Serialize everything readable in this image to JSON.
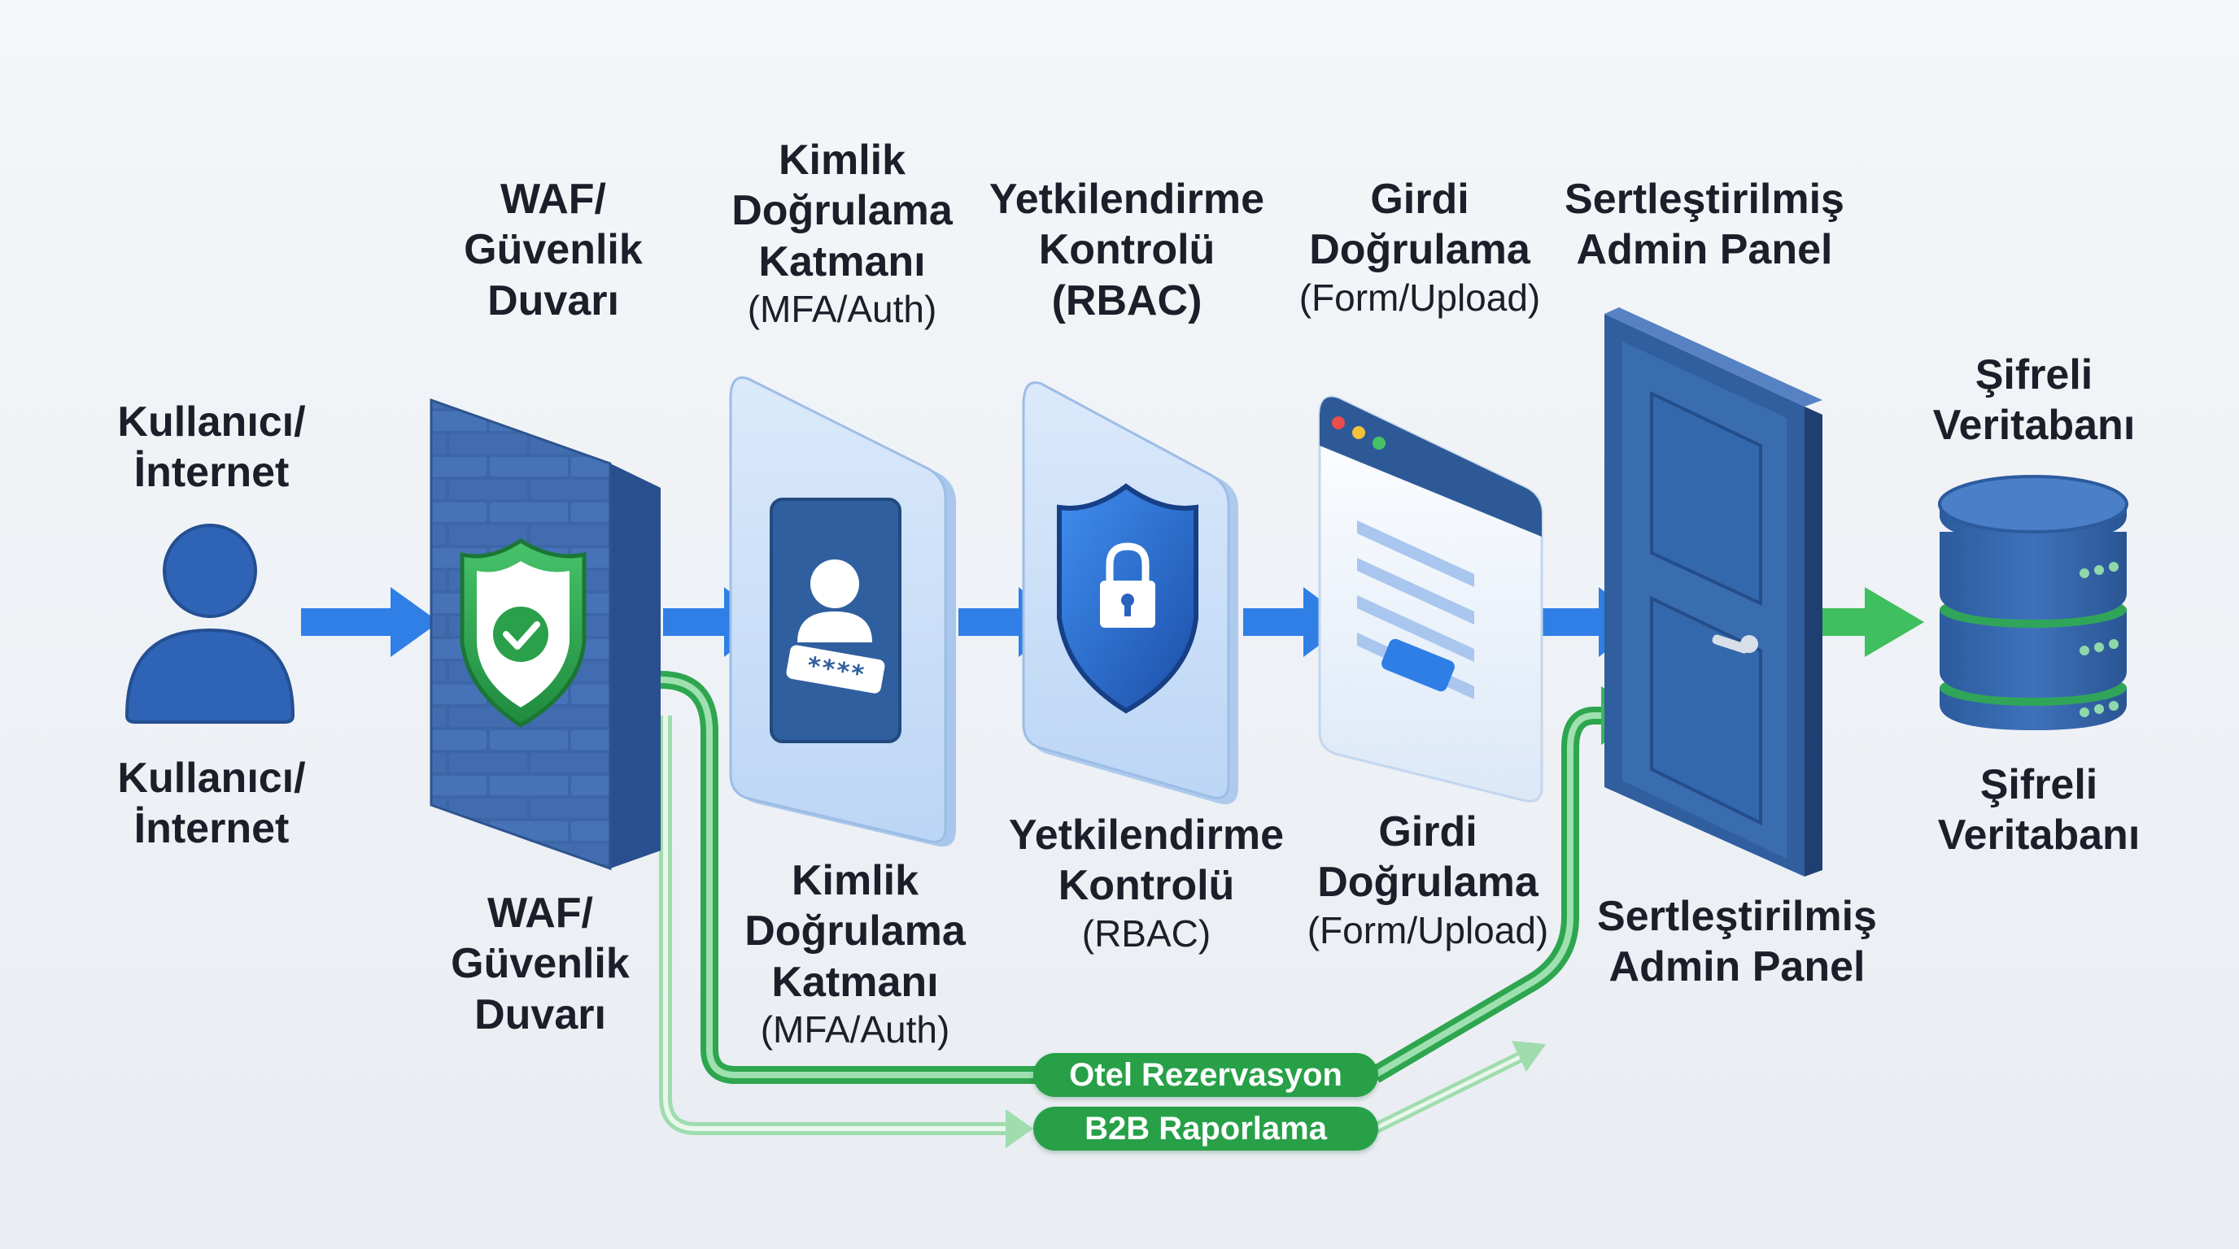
{
  "colors": {
    "blue_flow": "#2f7fe6",
    "green_flow": "#3fbf5f",
    "green_pill": "#27a048",
    "dark_blue": "#3b68ac"
  },
  "icons": {
    "user": "user-icon",
    "firewall": "brick-wall-icon",
    "waf_shield": "shield-check-icon",
    "auth": "id-password-icon",
    "rbac": "shield-lock-icon",
    "form": "browser-form-icon",
    "admin": "door-icon",
    "database": "database-icon"
  },
  "top_labels": {
    "user": [
      "Kullanıcı/",
      "İnternet"
    ],
    "waf": [
      "WAF/",
      "Güvenlik",
      "Duvarı"
    ],
    "auth": [
      "Kimlik",
      "Doğrulama",
      "Katmanı",
      "(MFA/Auth)"
    ],
    "rbac": [
      "Yetkilendirme",
      "Kontrolü",
      "(RBAC)"
    ],
    "input": [
      "Girdi",
      "Doğrulama",
      "(Form/Upload)"
    ],
    "admin": [
      "Sertleştirilmiş",
      "Admin Panel"
    ],
    "db": [
      "Şifreli",
      "Veritabanı"
    ]
  },
  "bottom_labels": {
    "user": [
      "Kullanıcı/",
      "İnternet"
    ],
    "waf": [
      "WAF/",
      "Güvenlik",
      "Duvarı"
    ],
    "auth": [
      "Kimlik",
      "Doğrulama",
      "Katmanı",
      "(MFA/Auth)"
    ],
    "rbac": [
      "Yetkilendirme",
      "Kontrolü",
      "(RBAC)"
    ],
    "input": [
      "Girdi",
      "Doğrulama",
      "(Form/Upload)"
    ],
    "admin": [
      "Sertleştirilmiş",
      "Admin Panel"
    ],
    "db": [
      "Şifreli",
      "Veritabanı"
    ]
  },
  "password_mask": "****",
  "bypass_routes": [
    "Otel Rezervasyon",
    "B2B Raporlama"
  ]
}
